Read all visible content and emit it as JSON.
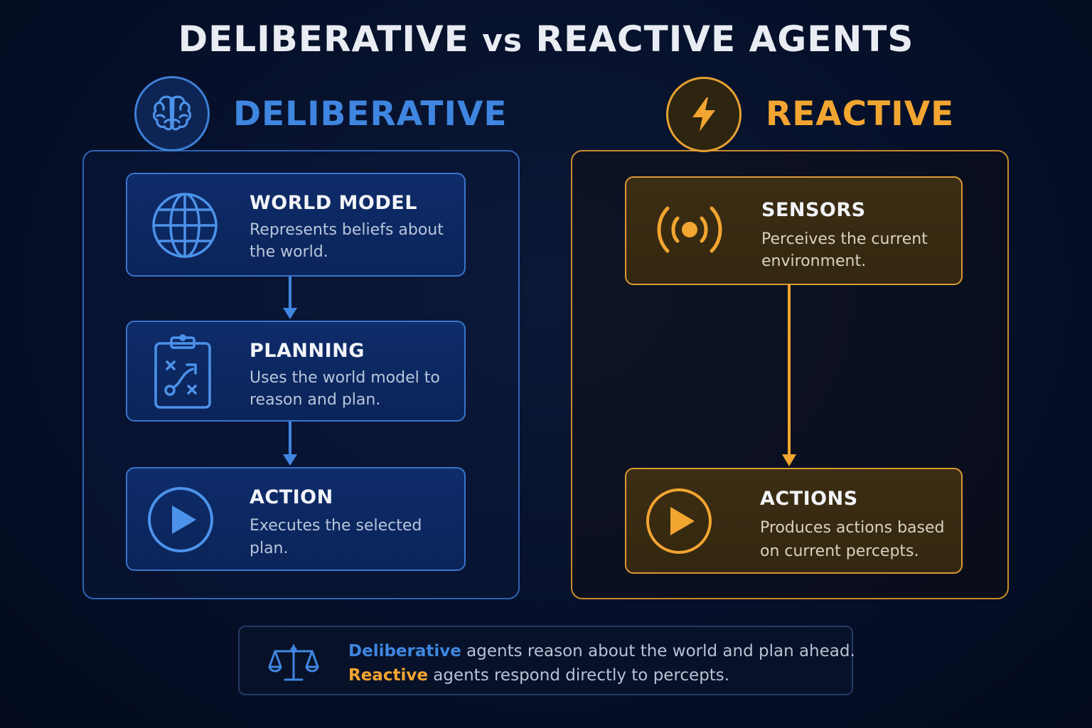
{
  "title": {
    "part1": "DELIBERATIVE",
    "part2": "vs",
    "part3": "REACTIVE AGENTS"
  },
  "deliberative": {
    "header": "DELIBERATIVE",
    "header_icon": "brain-icon",
    "color": "#3f86e0",
    "cards": [
      {
        "title": "WORLD MODEL",
        "desc_line1": "Represents beliefs about",
        "desc_line2": "the world.",
        "icon": "globe-icon"
      },
      {
        "title": "PLANNING",
        "desc_line1": "Uses the world model to",
        "desc_line2": "reason and plan.",
        "icon": "clipboard-strategy-icon"
      },
      {
        "title": "ACTION",
        "desc_line1": "Executes the selected",
        "desc_line2": "plan.",
        "icon": "play-icon"
      }
    ]
  },
  "reactive": {
    "header": "REACTIVE",
    "header_icon": "lightning-icon",
    "color": "#f2a530",
    "cards": [
      {
        "title": "SENSORS",
        "desc_line1": "Perceives the current",
        "desc_line2": "environment.",
        "icon": "sensor-signal-icon"
      },
      {
        "title": "ACTIONS",
        "desc_line1": "Produces actions based",
        "desc_line2": "on current percepts.",
        "icon": "play-icon"
      }
    ]
  },
  "summary": {
    "icon": "scales-icon",
    "line1_keyword": "Deliberative",
    "line1_rest": " agents reason about the world and plan ahead.",
    "line2_keyword": "Reactive",
    "line2_rest": " agents respond directly to percepts."
  }
}
